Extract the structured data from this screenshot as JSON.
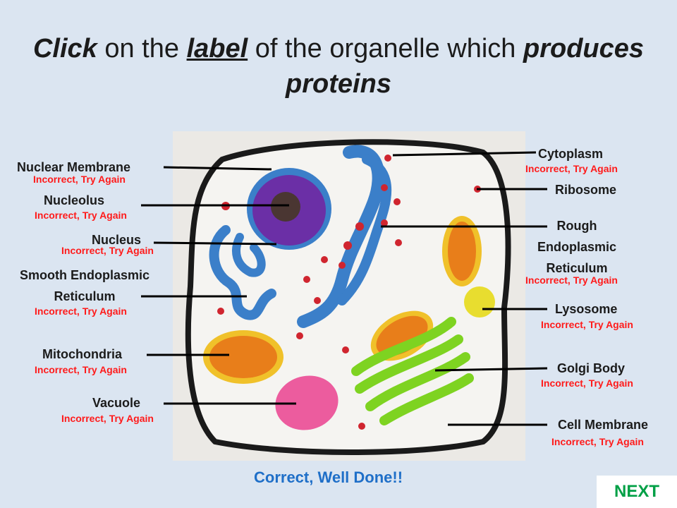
{
  "question": {
    "part1": "Click",
    "part2": " on the ",
    "part3": "label",
    "part4": " of the organelle which ",
    "part5": "produces",
    "part6": "proteins"
  },
  "labels": {
    "nuclear_membrane": "Nuclear Membrane",
    "nucleolus": "Nucleolus",
    "nucleus": "Nucleus",
    "smooth_er_line1": "Smooth Endoplasmic",
    "smooth_er_line2": "Reticulum",
    "mitochondria": "Mitochondria",
    "vacuole": "Vacuole",
    "cytoplasm": "Cytoplasm",
    "ribosome": "Ribosome",
    "rough_er_line1": "Rough",
    "rough_er_line2": "Endoplasmic",
    "rough_er_line3": "Reticulum",
    "lysosome": "Lysosome",
    "golgi_body": "Golgi Body",
    "cell_membrane": "Cell Membrane"
  },
  "feedback": {
    "incorrect": "Incorrect, Try Again",
    "correct": "Correct, Well Done!!"
  },
  "next_button": "NEXT",
  "colors": {
    "background": "#dbe5f1",
    "incorrect": "#ff1a1a",
    "correct": "#1f6fc8",
    "next": "#00a046"
  }
}
